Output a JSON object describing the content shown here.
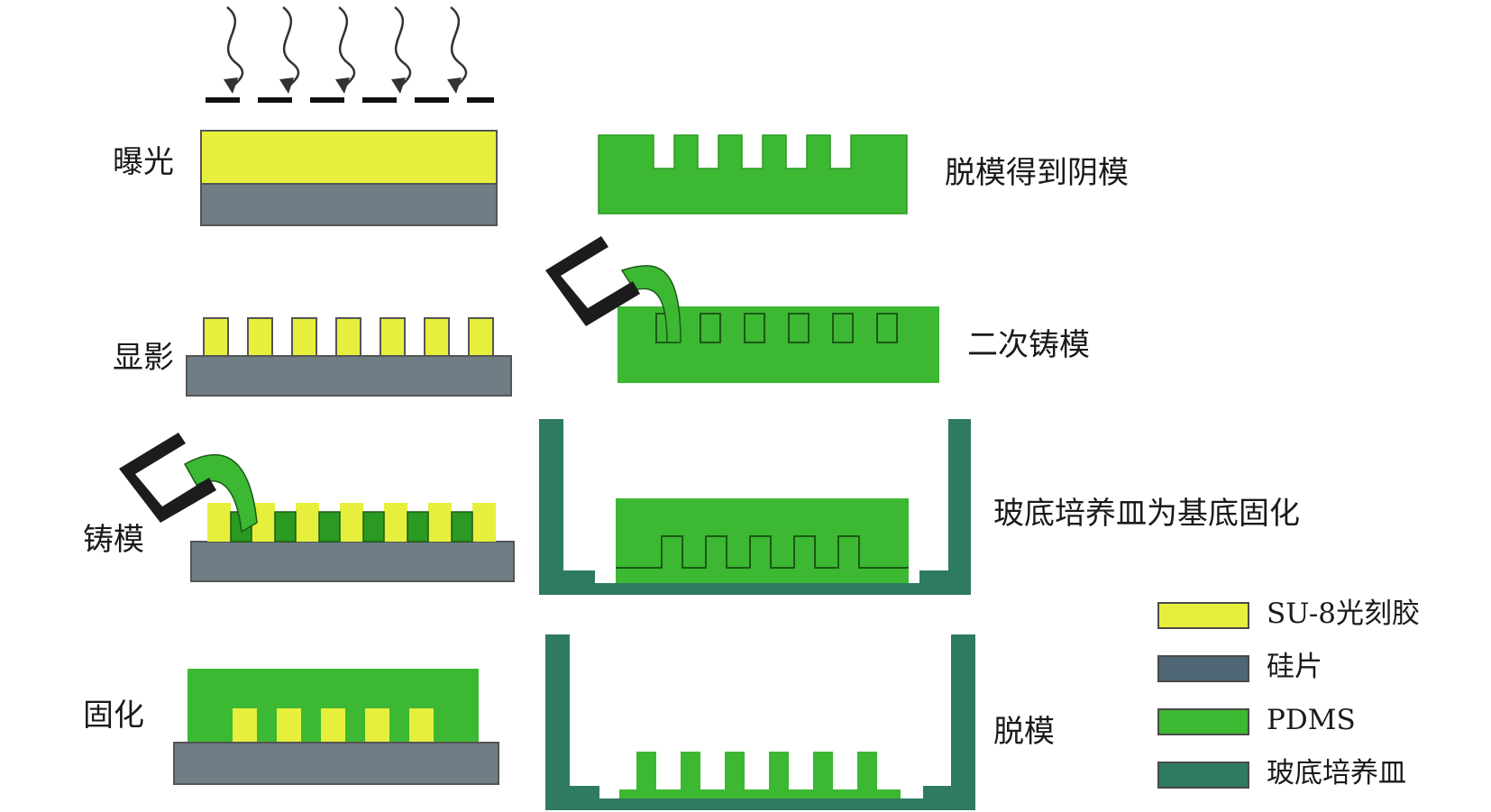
{
  "steps_left": [
    {
      "id": "exposure",
      "label": "曝光"
    },
    {
      "id": "develop",
      "label": "显影"
    },
    {
      "id": "cast",
      "label": "铸模"
    },
    {
      "id": "cure",
      "label": "固化"
    }
  ],
  "steps_right": [
    {
      "id": "demold-negative",
      "label": "脱模得到阴模"
    },
    {
      "id": "second-cast",
      "label": "二次铸模"
    },
    {
      "id": "dish-cure",
      "label": "玻底培养皿为基底固化"
    },
    {
      "id": "demold",
      "label": "脱模"
    }
  ],
  "legend": [
    {
      "id": "su8",
      "label": "SU-8光刻胶",
      "color": "#e6f03c"
    },
    {
      "id": "silicon",
      "label": "硅片",
      "color": "#4f6675"
    },
    {
      "id": "pdms",
      "label": "PDMS",
      "color": "#3cb832"
    },
    {
      "id": "dish",
      "label": "玻底培养皿",
      "color": "#2e7a62"
    }
  ],
  "colors": {
    "su8": "#e6f03c",
    "silicon_layer": "#6e7e84",
    "pdms": "#3cb832",
    "pdms_dark": "#2a9a22",
    "dish": "#2e7a62",
    "mask": "#111111",
    "beaker": "#1c1c1c"
  },
  "icons": {
    "uv_light": "wavy-arrow-down-icon",
    "photomask": "dashed-mask-icon",
    "pour_beaker": "beaker-pour-icon"
  }
}
